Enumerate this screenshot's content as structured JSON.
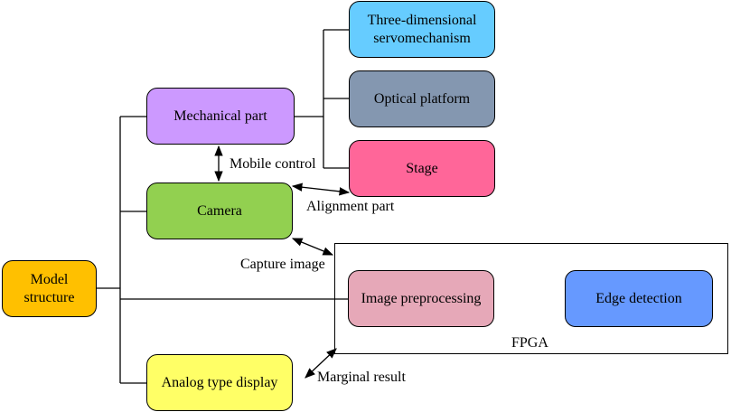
{
  "nodes": {
    "model_structure": {
      "label": "Model\nstructure",
      "color": "#FFC000"
    },
    "mechanical_part": {
      "label": "Mechanical part",
      "color": "#CC99FF"
    },
    "camera": {
      "label": "Camera",
      "color": "#92D050"
    },
    "analog_display": {
      "label": "Analog type display",
      "color": "#FFFF66"
    },
    "servomechanism": {
      "label": "Three-dimensional\nservomechanism",
      "color": "#66CCFF"
    },
    "optical_platform": {
      "label": "Optical platform",
      "color": "#8497B0"
    },
    "stage": {
      "label": "Stage",
      "color": "#FF6699"
    },
    "image_preprocessing": {
      "label": "Image preprocessing",
      "color": "#E6A8B8"
    },
    "edge_detection": {
      "label": "Edge detection",
      "color": "#6699FF"
    }
  },
  "group": {
    "label": "FPGA"
  },
  "edge_labels": {
    "mobile_control": "Mobile control",
    "alignment_part": "Alignment part",
    "capture_image": "Capture image",
    "marginal_result": "Marginal result"
  }
}
